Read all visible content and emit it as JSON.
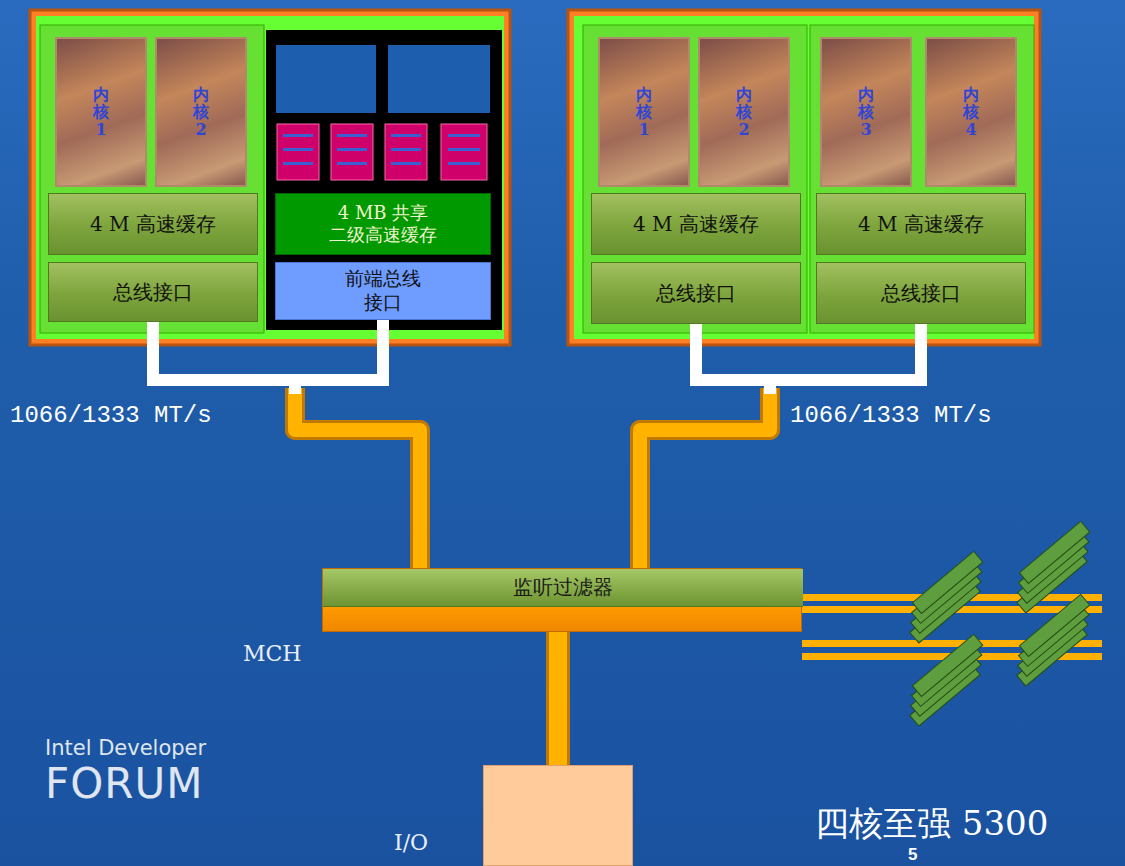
{
  "diagram": {
    "title": "四核至强 5300",
    "nodes": [
      {
        "text": []
      },
      {
        "text": [],
        "in": 0
      },
      {
        "text": [
          "内核1"
        ],
        "in": 1
      },
      {
        "text": [
          "内核2"
        ],
        "in": 1
      },
      {
        "text": [
          "4 M 高速缓存"
        ],
        "in": 1
      },
      {
        "text": [
          "总线接口"
        ],
        "in": 1
      },
      {
        "text": [],
        "in": 0
      },
      {
        "text": [
          "4 MB 共享 二级高速缓存"
        ],
        "in": 6
      },
      {
        "text": [
          "前端总线 接口"
        ],
        "in": 6
      },
      {
        "text": []
      },
      {
        "text": [],
        "in": 9
      },
      {
        "text": [
          "内核1"
        ],
        "in": 10
      },
      {
        "text": [
          "内核2"
        ],
        "in": 10
      },
      {
        "text": [
          "4 M 高速缓存"
        ],
        "in": 10
      },
      {
        "text": [
          "总线接口"
        ],
        "in": 10
      },
      {
        "text": [],
        "in": 9
      },
      {
        "text": [
          "内核3"
        ],
        "in": 15
      },
      {
        "text": [
          "内核4"
        ],
        "in": 15
      },
      {
        "text": [
          "4 M 高速缓存"
        ],
        "in": 15
      },
      {
        "text": [
          "总线接口"
        ],
        "in": 15
      },
      {
        "text": [
          "MCH"
        ]
      },
      {
        "text": [
          "监听过滤器"
        ],
        "in": 20
      },
      {
        "text": [
          "I/O"
        ]
      }
    ],
    "edges": [
      {
        "from": 5,
        "to": 20,
        "arrow": "none"
      },
      {
        "from": 8,
        "to": 20,
        "arrow": "none"
      },
      {
        "from": 14,
        "to": 20,
        "arrow": "none"
      },
      {
        "from": 19,
        "to": 20,
        "arrow": "none"
      },
      {
        "from": 20,
        "to": 22,
        "arrow": "none"
      }
    ],
    "labels": [
      "1066/1333 MT/s",
      "1066/1333 MT/s",
      "Intel Developer",
      "FORUM",
      "5"
    ]
  }
}
